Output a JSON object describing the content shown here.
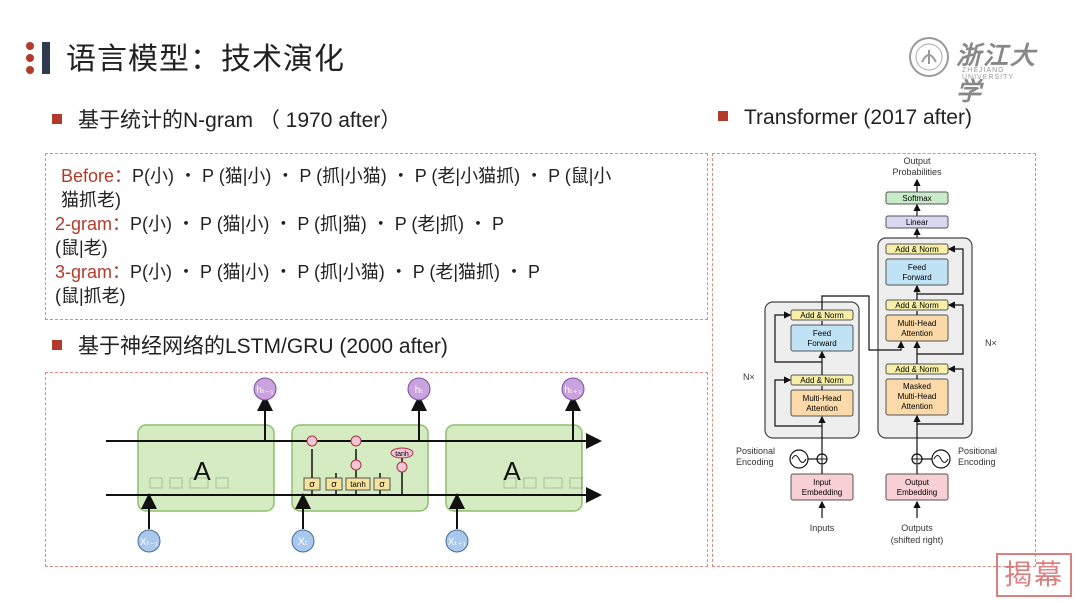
{
  "header": {
    "title": "语言模型：技术演化",
    "logo_name": "浙江大学",
    "logo_subtitle": "ZHEJIANG UNIVERSITY"
  },
  "ngram": {
    "heading": "基于统计的N-gram （ 1970 after）",
    "before_label": "Before：",
    "before_formula": "P(小) ・ P (猫|小) ・ P (抓|小猫) ・ P (老|小猫抓) ・ P (鼠|小",
    "before_formula_cont": "猫抓老)",
    "two_label": "2-gram：",
    "two_formula": "P(小) ・ P (猫|小) ・ P (抓|猫) ・ P (老|抓) ・ P",
    "two_formula_cont": "(鼠|老)",
    "three_label": "3-gram：",
    "three_formula": "P(小) ・ P (猫|小) ・ P (抓|小猫) ・ P (老|猫抓) ・ P",
    "three_formula_cont": "(鼠|抓老)"
  },
  "lstm": {
    "heading": "基于神经网络的LSTM/GRU (2000 after)",
    "cell_label": "A",
    "h_prev": "hₜ₋₁",
    "h_cur": "hₜ",
    "h_next": "hₜ₊₁",
    "x_prev": "Xₜ₋₁",
    "x_cur": "Xₜ",
    "x_next": "Xₜ₊₁",
    "sigma": "σ",
    "tanh": "tanh"
  },
  "transformer": {
    "heading": "Transformer (2017 after)",
    "output_probs": [
      "Output",
      "Probabilities"
    ],
    "softmax": "Softmax",
    "linear": "Linear",
    "add_norm": "Add & Norm",
    "feed_forward": [
      "Feed",
      "Forward"
    ],
    "multi_head": [
      "Multi-Head",
      "Attention"
    ],
    "masked_multi_head": [
      "Masked",
      "Multi-Head",
      "Attention"
    ],
    "nx": "N×",
    "pos_enc": [
      "Positional",
      "Encoding"
    ],
    "input_emb": [
      "Input",
      "Embedding"
    ],
    "output_emb": [
      "Output",
      "Embedding"
    ],
    "inputs": "Inputs",
    "outputs": [
      "Outputs",
      "(shifted right)"
    ]
  },
  "stamp": "揭幕"
}
